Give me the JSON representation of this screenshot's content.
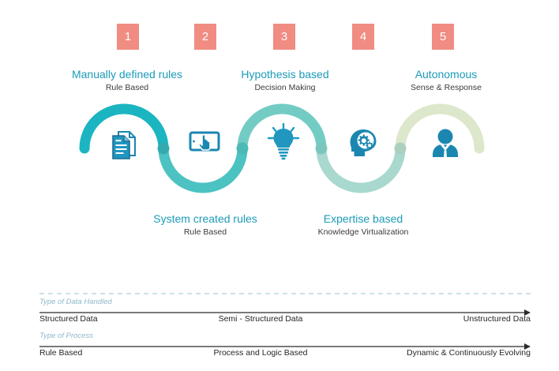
{
  "theme": {
    "badge_color": "#F08C82",
    "title_color": "#1B9BB8",
    "subtitle_color": "#3B3B3B",
    "axis_label_color": "#8FB8CC",
    "axis_tick_color": "#262626",
    "wave_colors": [
      "#1BB5C1",
      "#4CC2C2",
      "#72CCC4",
      "#A8D8CE",
      "#DDE7CB"
    ],
    "icon_color": "#1B87B0"
  },
  "stages": [
    {
      "number": "1",
      "title": "Manually defined rules",
      "subtitle": "Rule Based",
      "icon": "document-icon",
      "position": "top"
    },
    {
      "number": "2",
      "title": "System created rules",
      "subtitle": "Rule Based",
      "icon": "touchscreen-tap-icon",
      "position": "bottom"
    },
    {
      "number": "3",
      "title": "Hypothesis based",
      "subtitle": "Decision Making",
      "icon": "lightbulb-icon",
      "position": "top"
    },
    {
      "number": "4",
      "title": "Expertise based",
      "subtitle": "Knowledge Virtualization",
      "icon": "head-gears-icon",
      "position": "bottom"
    },
    {
      "number": "5",
      "title": "Autonomous",
      "subtitle": "Sense & Response",
      "icon": "person-icon",
      "position": "top"
    }
  ],
  "axes": [
    {
      "label": "Type of Data Handled",
      "ticks": [
        "Structured Data",
        "Semi - Structured Data",
        "Unstructured Data"
      ]
    },
    {
      "label": "Type of Process",
      "ticks": [
        "Rule Based",
        "Process and Logic Based",
        "Dynamic & Continuously Evolving"
      ]
    }
  ]
}
